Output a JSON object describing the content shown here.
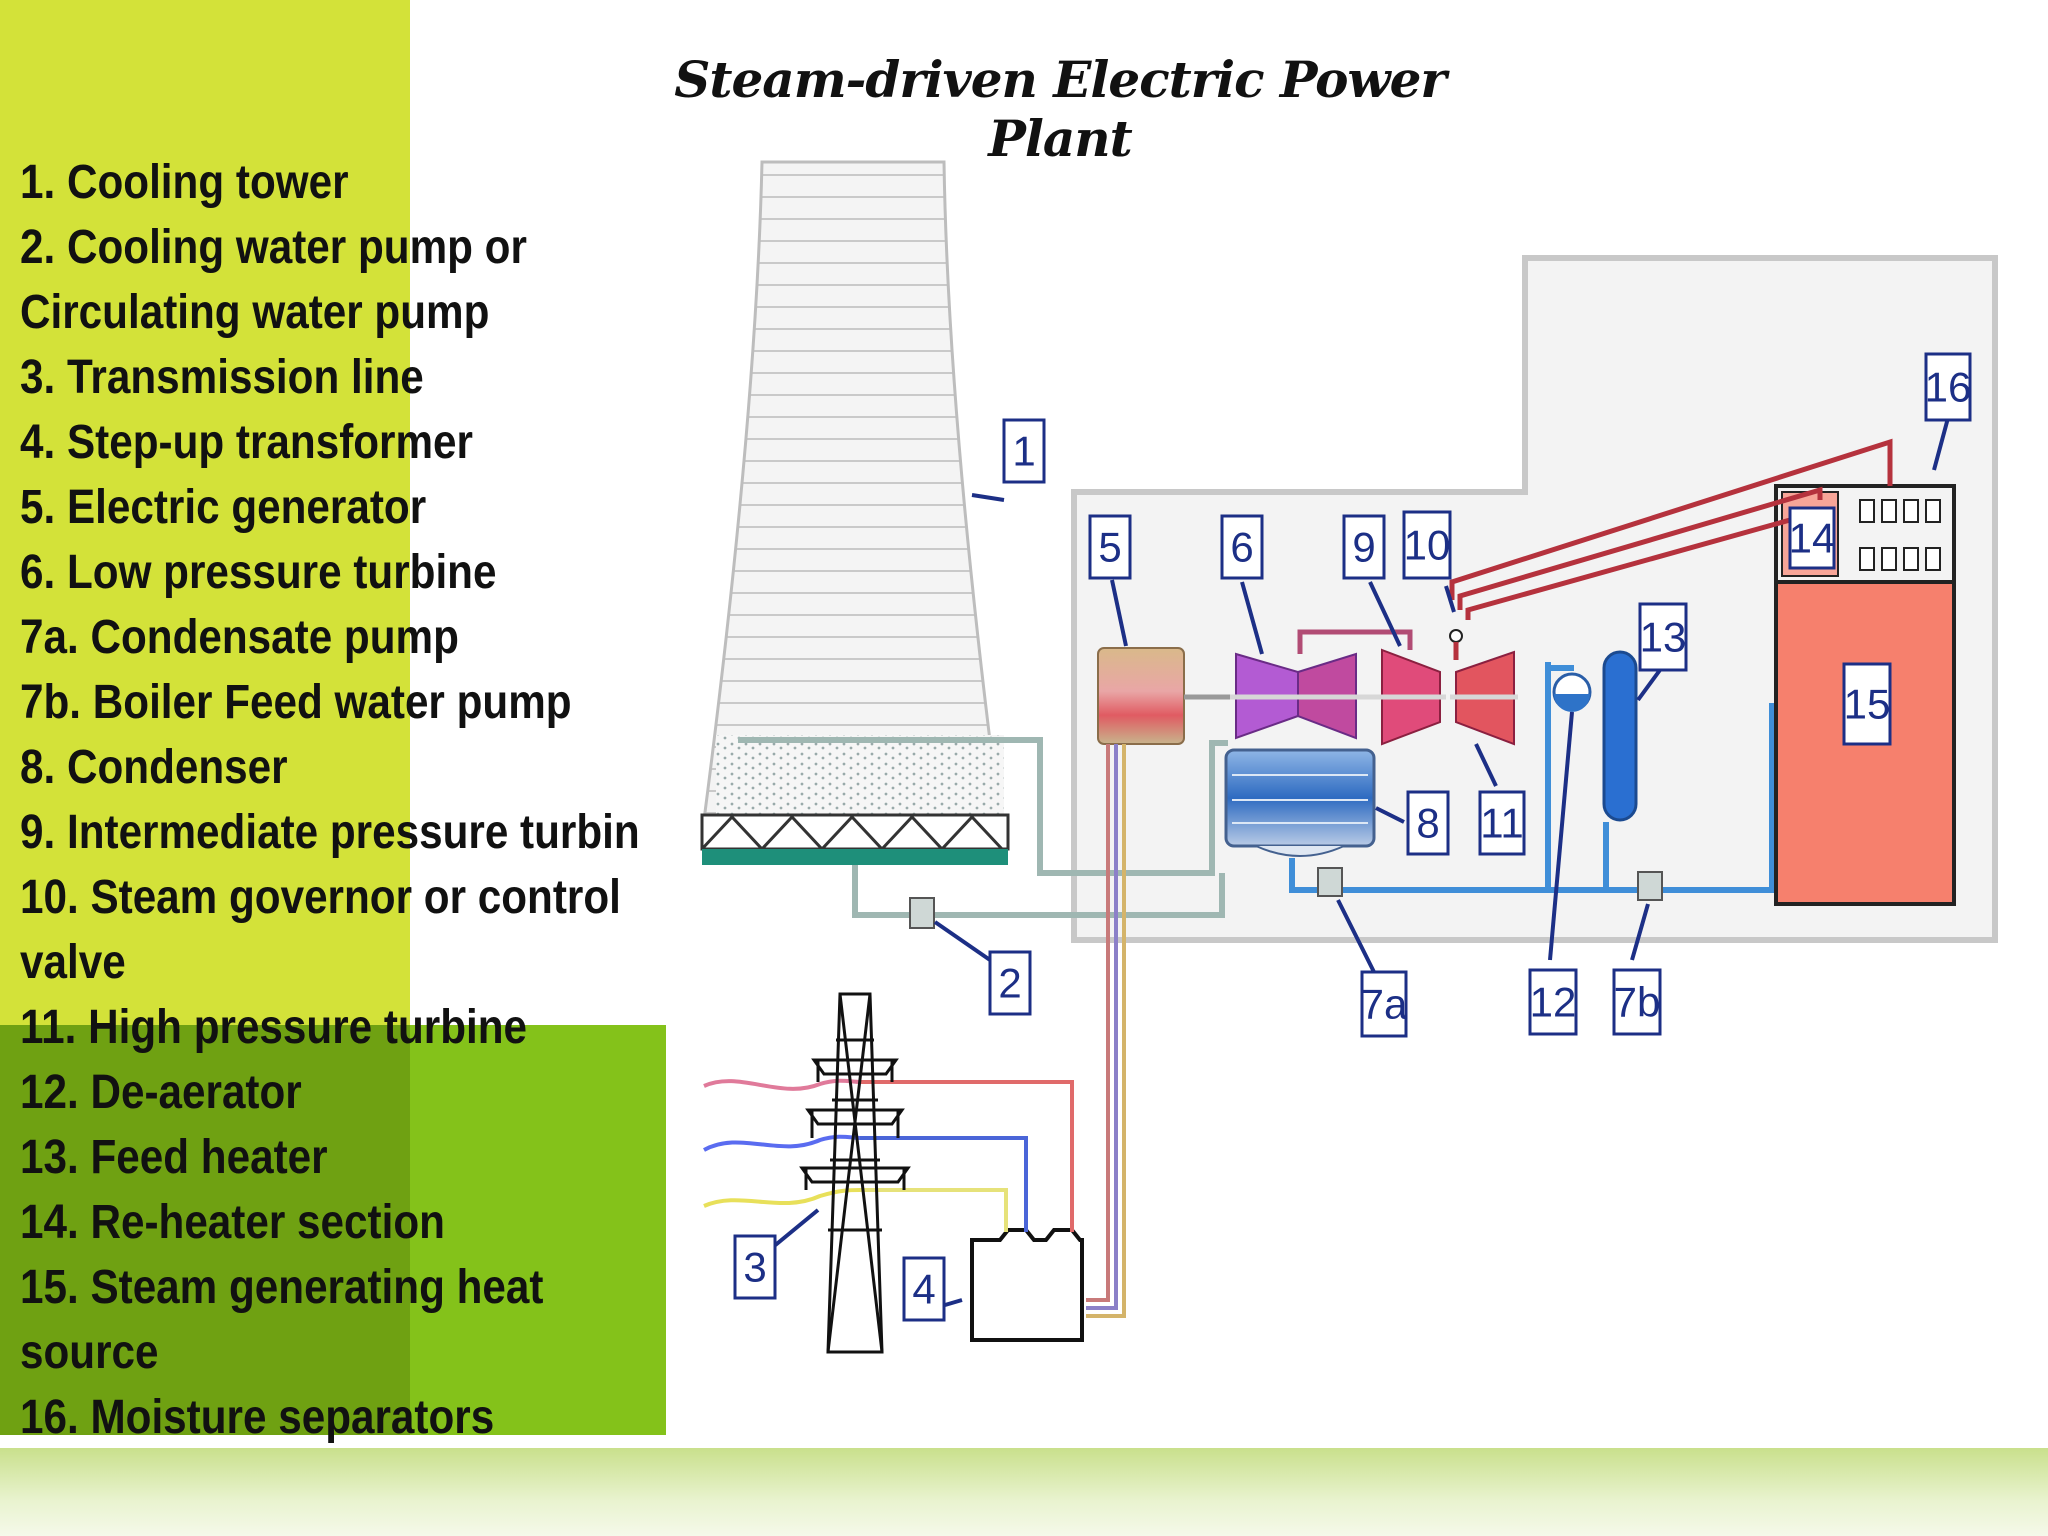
{
  "title": "Steam-driven Electric Power Plant",
  "legend": [
    "1. Cooling tower",
    "2. Cooling water pump or",
    "Circulating water pump",
    "3. Transmission line",
    "4. Step-up transformer",
    "5. Electric generator",
    "6. Low pressure turbine",
    "7a. Condensate pump",
    "7b. Boiler Feed water pump",
    "8. Condenser",
    "9. Intermediate pressure turbin",
    "10. Steam governor or control",
    "valve",
    "11. High pressure turbine",
    "12. De-aerator",
    "13. Feed heater",
    "14. Re-heater section",
    "15. Steam generating heat",
    "source",
    "16. Moisture separators"
  ],
  "tags": [
    "1",
    "2",
    "3",
    "4",
    "5",
    "6",
    "7a",
    "7b",
    "8",
    "9",
    "10",
    "11",
    "12",
    "13",
    "14",
    "15",
    "16"
  ],
  "colors": {
    "panel_lime": "#d3e239",
    "panel_green": "#84c21a",
    "boiler": "#f6806d",
    "tag_blue": "#1c2f86",
    "steam_line": "#b5323d",
    "water_line": "#3f8ed8"
  }
}
